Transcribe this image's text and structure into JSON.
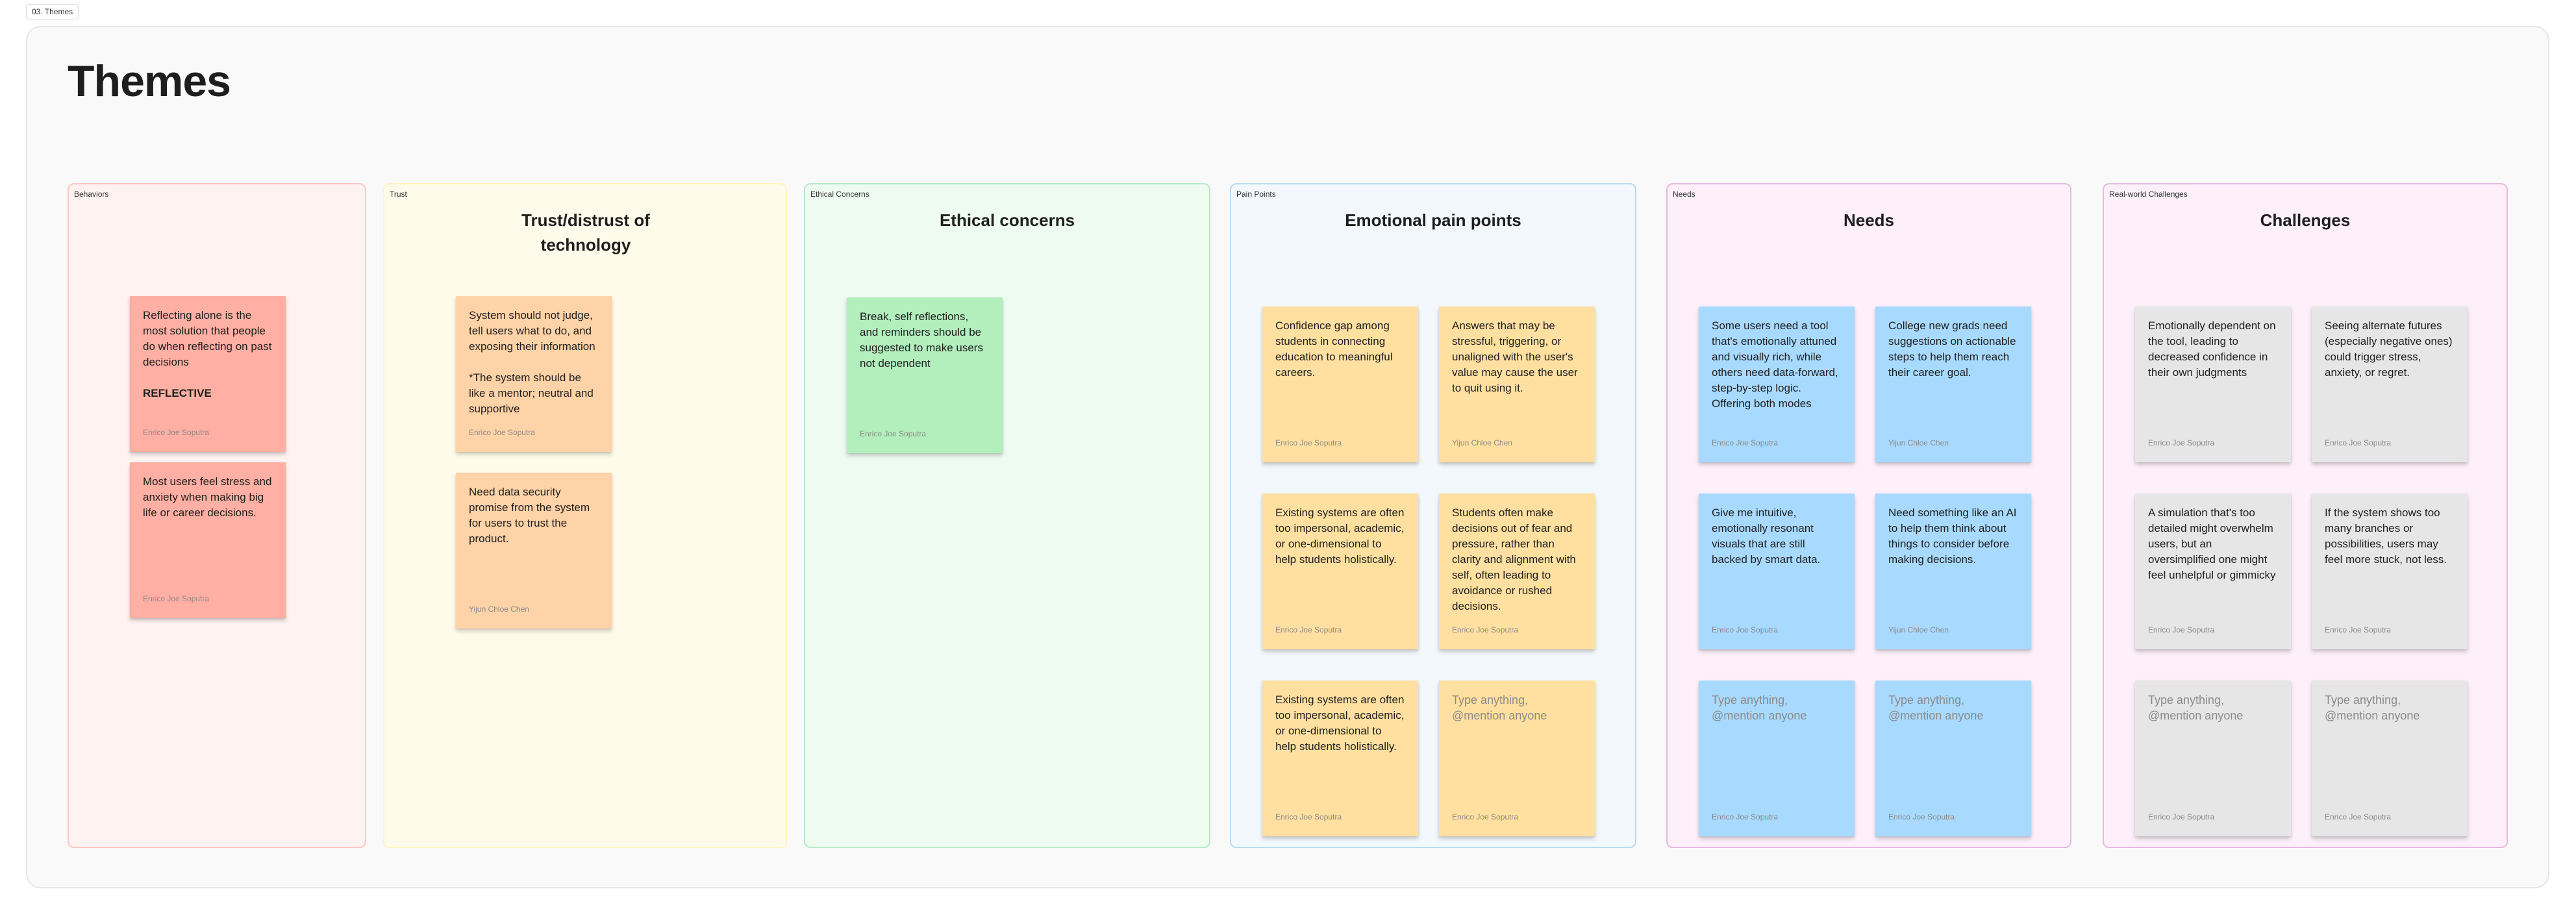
{
  "frame": {
    "tag": "03. Themes"
  },
  "title": "Themes",
  "sections": {
    "behaviors": {
      "label": "Behaviors",
      "notes": [
        {
          "text": "Reflecting alone is the most solution that people do when reflecting on past decisions",
          "emphasis": "REFLECTIVE",
          "author": "Enrico Joe Soputra"
        },
        {
          "text": "Most users feel stress and anxiety when making big life or career decisions.",
          "author": "Enrico Joe Soputra"
        }
      ]
    },
    "trust": {
      "label": "Trust",
      "heading": "Trust/distrust of technology",
      "notes": [
        {
          "text": "System should not judge, tell users what to do, and exposing their information\n\n*The system should be like a mentor; neutral and supportive",
          "author": "Enrico Joe Soputra"
        },
        {
          "text": "Need data security promise from the system for users to trust the product.",
          "author": "Yijun Chloe Chen"
        }
      ]
    },
    "ethical": {
      "label": "Ethical Concerns",
      "heading": "Ethical concerns",
      "notes": [
        {
          "text": "Break, self reflections, and reminders should be suggested to make users not dependent",
          "author": "Enrico Joe Soputra"
        }
      ]
    },
    "pain": {
      "label": "Pain Points",
      "heading": "Emotional pain points",
      "notes": [
        {
          "text": "Confidence gap among students in connecting education to meaningful careers.",
          "author": "Enrico Joe Soputra"
        },
        {
          "text": "Answers that may be stressful, triggering, or unaligned with the user's value may cause the user to quit using it.",
          "author": "Yijun Chloe Chen"
        },
        {
          "text": "Existing systems are often too impersonal, academic, or one-dimensional to help students holistically.",
          "author": "Enrico Joe Soputra"
        },
        {
          "text": "Students often make decisions out of fear and pressure, rather than clarity and alignment with self, often leading to avoidance or rushed decisions.",
          "author": "Enrico Joe Soputra"
        },
        {
          "text": "Existing systems are often too impersonal, academic, or one-dimensional to help students holistically.",
          "author": "Enrico Joe Soputra"
        },
        {
          "placeholder": "Type anything, @mention anyone",
          "author": "Enrico Joe Soputra"
        }
      ]
    },
    "needs": {
      "label": "Needs",
      "heading": "Needs",
      "notes": [
        {
          "text": "Some users need a tool that's emotionally attuned and visually rich, while others need data-forward, step-by-step logic. Offering both modes",
          "author": "Enrico Joe Soputra"
        },
        {
          "text": "College new grads need suggestions on actionable steps to help them reach their career goal.",
          "author": "Yijun Chloe Chen"
        },
        {
          "text": "Give me intuitive, emotionally resonant visuals that are still backed by smart data.",
          "author": "Enrico Joe Soputra"
        },
        {
          "text": "Need something like an AI to help them think about things to consider before making decisions.",
          "author": "Yijun Chloe Chen"
        },
        {
          "placeholder": "Type anything, @mention anyone",
          "author": "Enrico Joe Soputra"
        },
        {
          "placeholder": "Type anything, @mention anyone",
          "author": "Enrico Joe Soputra"
        }
      ]
    },
    "challenges": {
      "label": "Real-world Challenges",
      "heading": "Challenges",
      "notes": [
        {
          "text": "Emotionally dependent on the tool, leading to decreased confidence in their own judgments",
          "author": "Enrico Joe Soputra"
        },
        {
          "text": "Seeing alternate futures (especially negative ones) could trigger stress, anxiety, or regret.",
          "author": "Enrico Joe Soputra"
        },
        {
          "text": "A simulation that's too detailed might overwhelm users, but an oversimplified one might feel unhelpful or gimmicky",
          "author": "Enrico Joe Soputra"
        },
        {
          "text": "If the system shows too many branches or possibilities, users may feel more stuck, not less.",
          "author": "Enrico Joe Soputra"
        },
        {
          "placeholder": "Type anything, @mention anyone",
          "author": "Enrico Joe Soputra"
        },
        {
          "placeholder": "Type anything, @mention anyone",
          "author": "Enrico Joe Soputra"
        }
      ]
    }
  },
  "colors": {
    "behaviors_bg": "#fff3f2",
    "behaviors_border": "#ffc7c2",
    "behaviors_note": "#ffafa3",
    "trust_bg": "#fffbeb",
    "trust_border": "#fff4c2",
    "trust_note": "#ffd3a8",
    "ethical_bg": "#eefbf1",
    "ethical_border": "#b9e9c7",
    "ethical_note": "#b3efbd",
    "pain_bg": "#f2f8fd",
    "pain_border": "#b8dcf5",
    "pain_note": "#ffe0a0",
    "needs_bg": "#fdf0fa",
    "needs_border": "#e7b9e0",
    "needs_note": "#a8daff",
    "challenges_bg": "#fdf0fa",
    "challenges_border": "#e7b9e0",
    "challenges_note": "#e6e6e6"
  }
}
